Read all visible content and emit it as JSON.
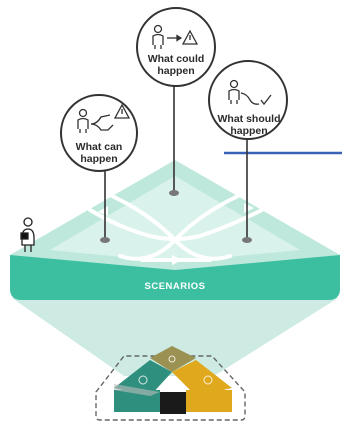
{
  "platform": {
    "label": "SCENARIOS",
    "colors": {
      "top_outer": "#bfe8dc",
      "top_inner": "#d9f3ec",
      "side": "#3cbfa1",
      "paths": "#ffffff",
      "beam": "#cdebe3",
      "accent_line": "#3a63b8"
    }
  },
  "bubbles": [
    {
      "id": "could",
      "line1": "What could",
      "line2": "happen",
      "icon": "person-to-warning-icon"
    },
    {
      "id": "can",
      "line1": "What can",
      "line2": "happen",
      "icon": "person-branching-warning-check-icon"
    },
    {
      "id": "should",
      "line1": "What should",
      "line2": "happen",
      "icon": "person-to-check-icon"
    }
  ],
  "figure": {
    "icon": "person-figure-icon"
  },
  "base_model": {
    "colors": [
      "#2f8f7e",
      "#9a9152",
      "#e0a81c",
      "#1a1a1a",
      "#bdbdbd"
    ],
    "border": "dashed"
  }
}
